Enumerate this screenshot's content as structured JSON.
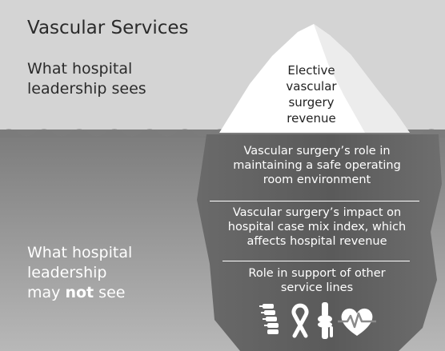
{
  "title": "Vascular Services",
  "above_water_label": [
    "What hospital",
    "leadership sees"
  ],
  "iceberg_tip": [
    "Elective",
    "vascular",
    "surgery",
    "revenue"
  ],
  "below_water_label": {
    "line1": "What hospital",
    "line2": "leadership",
    "line3_prefix": "may",
    "line3_emphasis": "not",
    "line3_suffix": "see"
  },
  "hidden_items": [
    [
      "Vascular surgery’s role in",
      "maintaining a safe operating",
      "room environment"
    ],
    [
      "Vascular surgery’s impact on",
      "hospital case mix index, which",
      "affects hospital revenue"
    ],
    [
      "Role in support of other",
      "service lines"
    ]
  ],
  "service_line_icons": [
    "spine-icon",
    "awareness-ribbon-icon",
    "knee-joint-icon",
    "heart-rhythm-icon"
  ],
  "colors": {
    "sky": "#d4d4d4",
    "water_top": "#7b7b7b",
    "water_bottom": "#b8b8b8",
    "iceberg_tip": "#ffffff",
    "iceberg_underwater": "#5f5f5f"
  }
}
